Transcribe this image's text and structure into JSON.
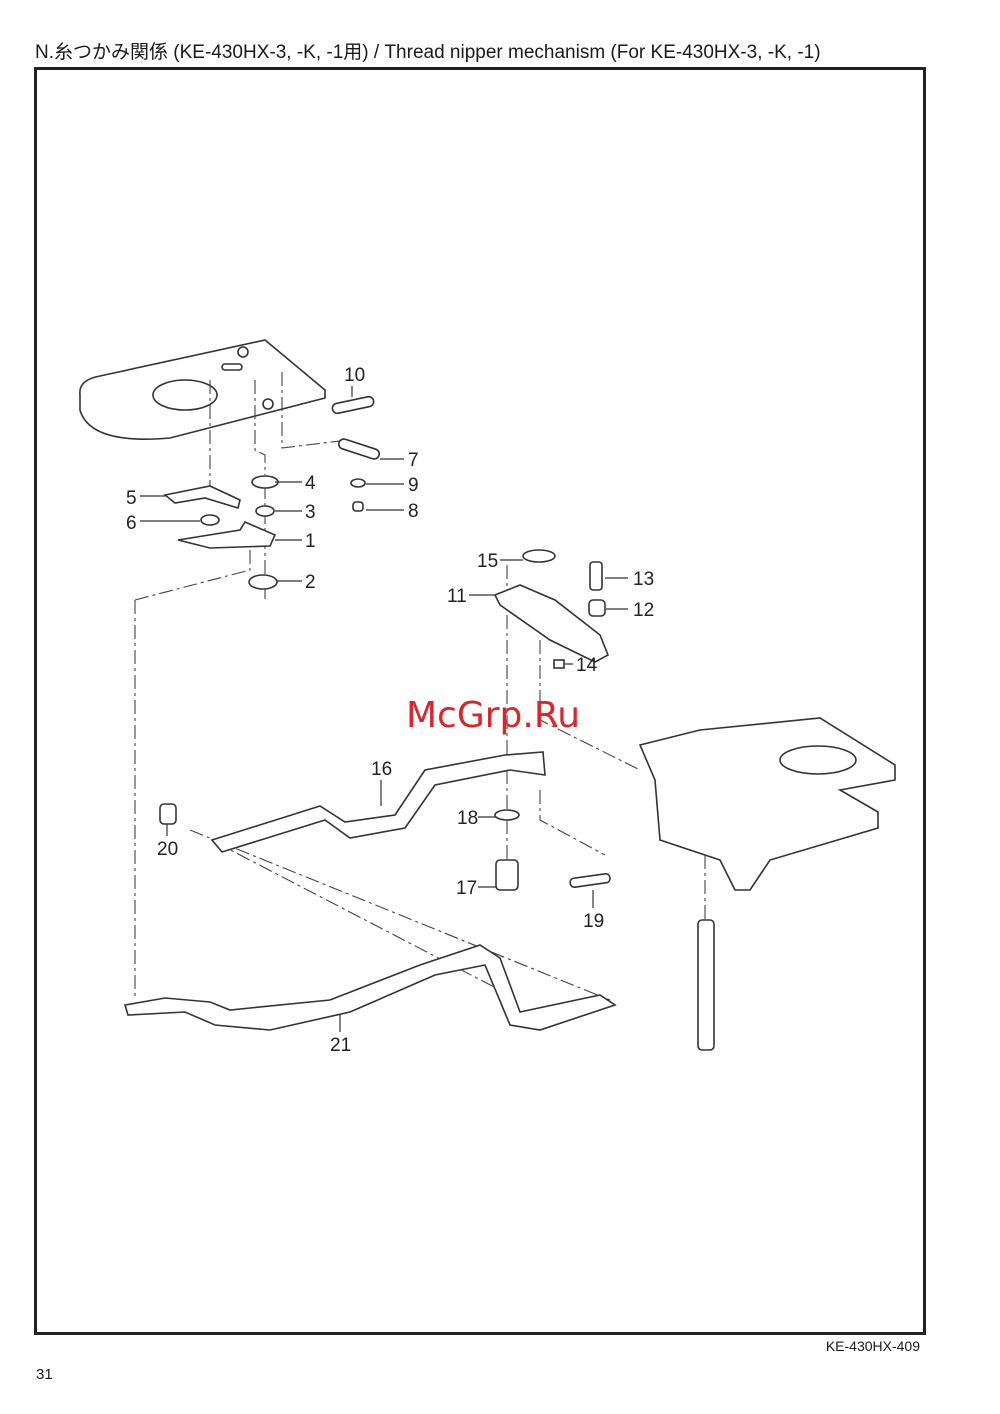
{
  "header": {
    "title": "N.糸つかみ関係 (KE-430HX-3, -K, -1用) / Thread nipper mechanism (For KE-430HX-3, -K, -1)"
  },
  "footer": {
    "model_code": "KE-430HX-409",
    "page_number": "31"
  },
  "watermark": "McGrp.Ru",
  "callouts": {
    "p1": "1",
    "p2": "2",
    "p3": "3",
    "p4": "4",
    "p5": "5",
    "p6": "6",
    "p7": "7",
    "p8": "8",
    "p9": "9",
    "p10": "10",
    "p11": "11",
    "p12": "12",
    "p13": "13",
    "p14": "14",
    "p15": "15",
    "p16": "16",
    "p17": "17",
    "p18": "18",
    "p19": "19",
    "p20": "20",
    "p21": "21"
  }
}
